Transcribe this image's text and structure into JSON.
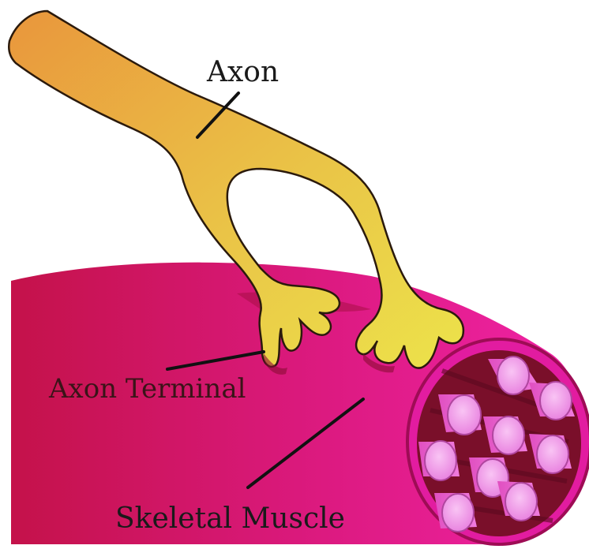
{
  "labels": {
    "axon": "Axon",
    "axon_terminal": "Axon Terminal",
    "skeletal_muscle": "Skeletal Muscle"
  },
  "colors": {
    "axon_dark": "#E9963C",
    "axon_light": "#ECE34A",
    "muscle_dark": "#C0134E",
    "muscle_light": "#F023A6",
    "fiber": "#E97BD8",
    "fiber_end": "#F4A6EE",
    "muscle_interior": "#7A0F2A",
    "leader_line": "#111111"
  }
}
